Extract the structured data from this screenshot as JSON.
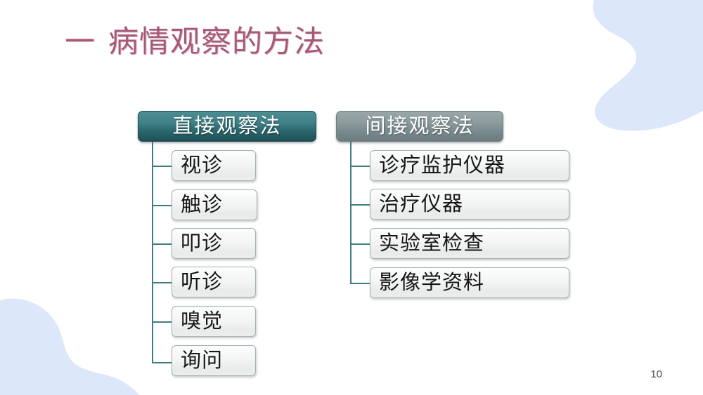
{
  "slide": {
    "page_number": "10",
    "title": {
      "numeral": "一",
      "text": "病情观察的方法",
      "color": "#a9587a"
    },
    "colors": {
      "background": "#ffffff",
      "decor_blue": "#dbe7fa",
      "head_teal": "#3f8288",
      "head_gray": "#8c9b9d",
      "connector": "#3f7c82",
      "item_border": "#9fb3b5",
      "item_text": "#161616"
    }
  },
  "diagram": {
    "type": "tree",
    "branches": [
      {
        "id": "direct",
        "header": "直接观察法",
        "header_style": "teal",
        "items": [
          "视诊",
          "触诊",
          "叩诊",
          "听诊",
          "嗅觉",
          "询问"
        ]
      },
      {
        "id": "indirect",
        "header": "间接观察法",
        "header_style": "gray",
        "items": [
          "诊疗监护仪器",
          "治疗仪器",
          "实验室检查",
          "影像学资料"
        ]
      }
    ]
  }
}
